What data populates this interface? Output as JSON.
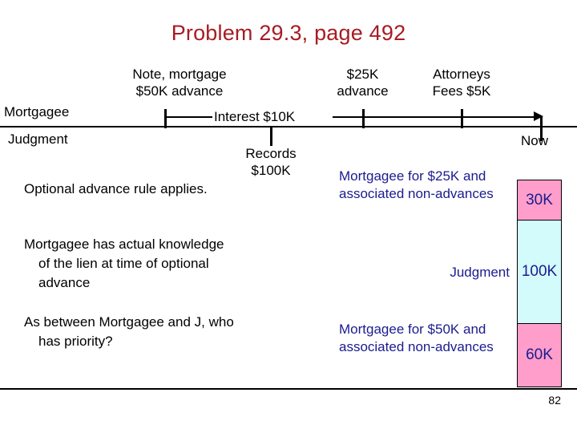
{
  "slide": {
    "title": "Problem 29.3, page 492",
    "title_color": "#A81B23",
    "page_number": "82"
  },
  "timeline": {
    "labels": {
      "note_mortgage": "Note, mortgage\n$50K advance",
      "note_mortgage_line1": "Note, mortgage",
      "note_mortgage_line2": "$50K advance",
      "advance_25k_line1": "$25K",
      "advance_25k_line2": "advance",
      "attorneys_fees_line1": "Attorneys",
      "attorneys_fees_line2": "Fees $5K",
      "interest": "Interest $10K",
      "records_line1": "Records",
      "records_line2": "$100K",
      "mortgagee": "Mortgagee",
      "judgment": "Judgment",
      "now": "Now"
    }
  },
  "body": {
    "bullets": [
      {
        "line1": "Optional advance rule applies.",
        "line2": "",
        "line3": ""
      },
      {
        "line1": "Mortgagee has actual knowledge",
        "line2": "of the lien at time of optional",
        "line3": "advance"
      },
      {
        "line1": "As between Mortgagee and J, who",
        "line2": "has priority?",
        "line3": ""
      }
    ]
  },
  "annotations": {
    "text_color": "#1B1B8F",
    "mortgagee_25k": "Mortgagee for $25K and associated non-advances",
    "judgment": "Judgment",
    "mortgagee_50k": "Mortgagee for $50K and associated non-advances"
  },
  "chart_data": {
    "type": "bar",
    "orientation": "vertical-stacked",
    "title": "Priority distribution stack",
    "categories": [
      "Mortgagee for $25K and associated non-advances",
      "Judgment",
      "Mortgagee for $50K and associated non-advances"
    ],
    "values": [
      30,
      100,
      60
    ],
    "labels": [
      "30K",
      "100K",
      "60K"
    ],
    "colors": [
      "#FF9ECB",
      "#D3FBFB",
      "#FF9ECB"
    ],
    "unit": "K",
    "legend": "none",
    "grid": false
  }
}
